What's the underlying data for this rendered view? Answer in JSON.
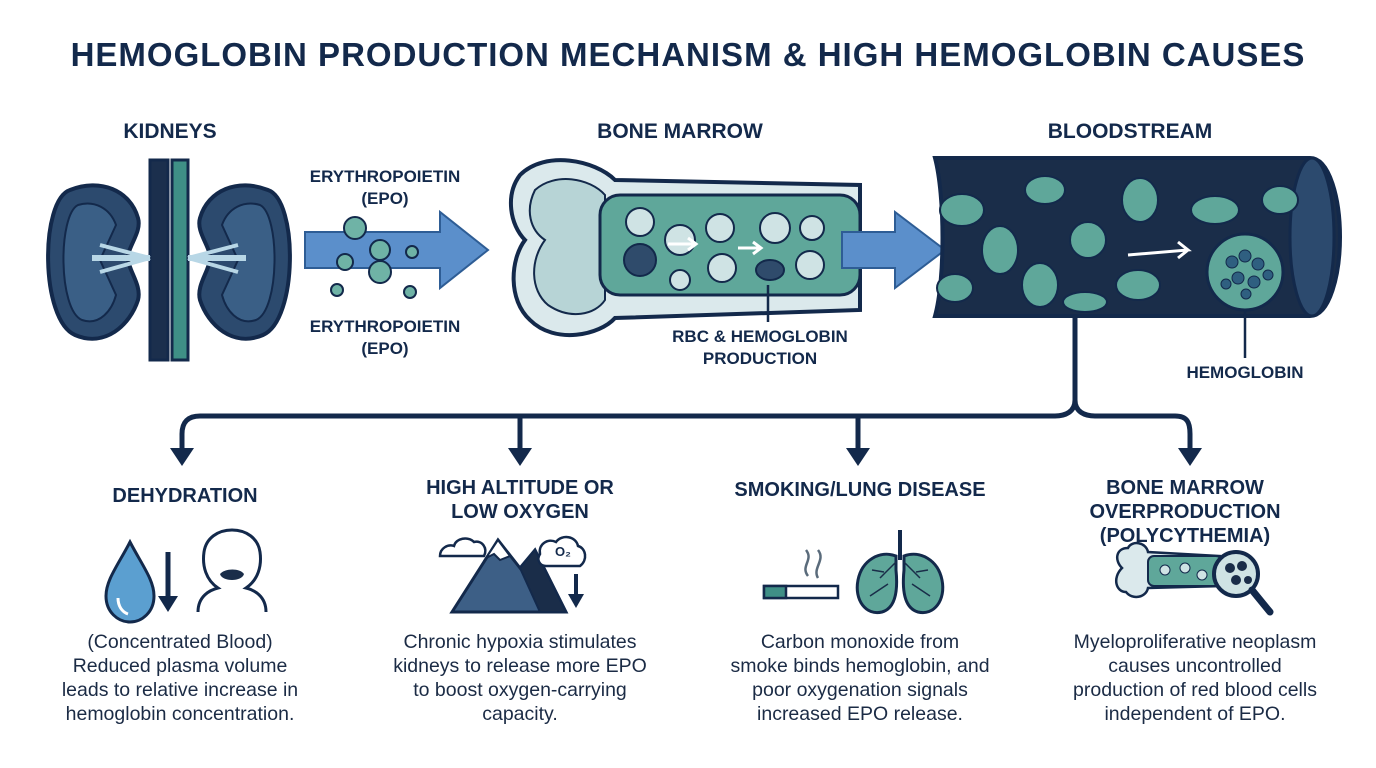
{
  "title": "HEMOGLOBIN PRODUCTION MECHANISM & HIGH HEMOGLOBIN CAUSES",
  "sections": {
    "kidneys": "KIDNEYS",
    "bone_marrow": "BONE MARROW",
    "bloodstream": "BLOODSTREAM"
  },
  "labels": {
    "epo_top_line1": "ERYTHROPOIETIN",
    "epo_top_line2": "(EPO)",
    "epo_bottom_line1": "ERYTHROPOIETIN",
    "epo_bottom_line2": "(EPO)",
    "rbc_line1": "RBC & HEMOGLOBIN",
    "rbc_line2": "PRODUCTION",
    "hemoglobin": "HEMOGLOBIN"
  },
  "causes": [
    {
      "title_lines": [
        "DEHYDRATION"
      ],
      "desc_lines": [
        "(Concentrated Blood)",
        "Reduced plasma volume",
        "leads to relative increase in",
        "hemoglobin concentration."
      ]
    },
    {
      "title_lines": [
        "HIGH ALTITUDE OR",
        "LOW OXYGEN"
      ],
      "icon_text": "O₂",
      "desc_lines": [
        "Chronic hypoxia stimulates",
        "kidneys to release more EPO",
        "to boost oxygen-carrying",
        "capacity."
      ]
    },
    {
      "title_lines": [
        "SMOKING/LUNG DISEASE"
      ],
      "desc_lines": [
        "Carbon monoxide from",
        "smoke binds hemoglobin, and",
        "poor oxygenation signals",
        "increased EPO release."
      ]
    },
    {
      "title_lines": [
        "BONE MARROW",
        "OVERPRODUCTION",
        "(POLYCYTHEMIA)"
      ],
      "desc_lines": [
        "Myeloproliferative neoplasm",
        "causes uncontrolled",
        "production of red blood cells",
        "independent of EPO."
      ]
    }
  ],
  "colors": {
    "navy": "#13294b",
    "teal": "#3f8f86",
    "light_teal": "#8fc4b8",
    "blue_arrow": "#5b8fcb",
    "dark_vessel": "#1a2d49"
  }
}
